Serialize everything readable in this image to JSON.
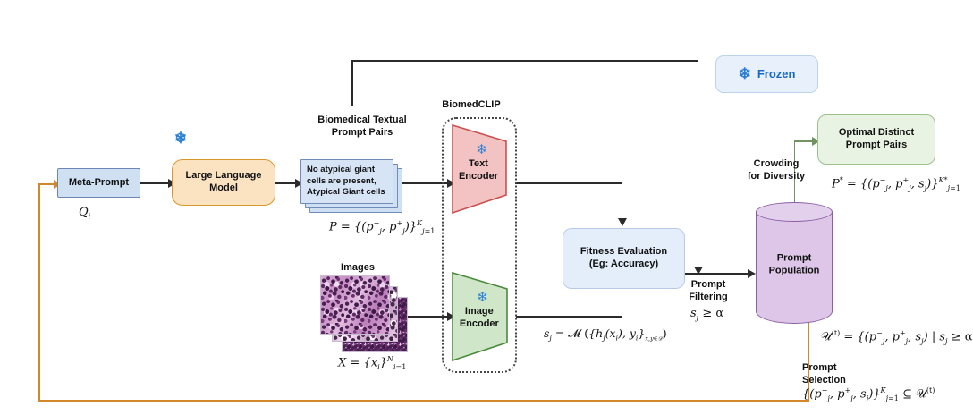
{
  "legend": {
    "frozen_label": "Frozen",
    "snowflake_icon": "❄",
    "accent": "#1769c4"
  },
  "nodes": {
    "meta_prompt": {
      "label": "Meta-Prompt",
      "fill": "#cfe0f3",
      "stroke": "#6b86b5"
    },
    "llm": {
      "label": "Large Language\nModel",
      "fill": "#fbe3c2",
      "stroke": "#d9962b"
    },
    "prompt_card": {
      "text": "No atypical giant cells are present, Atypical Giant cells",
      "fill": "#cfe0f3",
      "stroke": "#6f8cbb"
    },
    "text_encoder": {
      "label": "Text\nEncoder",
      "fill": "#f2c3c2",
      "stroke": "#c9504f"
    },
    "image_encoder": {
      "label": "Image\nEncoder",
      "fill": "#cfe7c8",
      "stroke": "#4b8a3c"
    },
    "fitness": {
      "label": "Fitness Evaluation\n(Eg: Accuracy)",
      "fill": "#e4eefb",
      "stroke": "#b9cbe4"
    },
    "population": {
      "label": "Prompt\nPopulation",
      "fill": "#ddc6e8",
      "stroke": "#8a5fa3"
    },
    "optimal": {
      "label": "Optimal Distinct\nPrompt Pairs",
      "fill": "#e9f3e4",
      "stroke": "#9cc08d"
    }
  },
  "labels": {
    "biomedclip": "BiomedCLIP",
    "prompt_pairs_title": "Biomedical Textual\nPrompt Pairs",
    "images_title": "Images",
    "prompt_filtering": "Prompt\nFiltering",
    "crowding": "Crowding\nfor Diversity",
    "prompt_selection": "Prompt\nSelection"
  },
  "math": {
    "q_i": "Qᵢ",
    "P_set": "P = {(p⁻ⱼ , p⁺ⱼ)}ᴷⱼ₌₁",
    "X_set": "X = {xᵢ}ᴺᵢ₌₁",
    "s_j_eval": "sⱼ = M({hⱼ(xᵢ), yᵢ}ₓᵢ,yᵢ∈D)",
    "s_j_alpha": "sⱼ ≥ α",
    "P_star": "P* = {(p⁻ⱼ , p⁺ⱼ , sⱼ)}ᴷ*ⱼ₌₁",
    "U_t": "U⁽ᵗ⁾ = {(p⁻ⱼ , p⁺ⱼ , sⱼ) | sⱼ ≥ α}",
    "selection": "{(p⁻ⱼ , p⁺ⱼ , sⱼ)}ᴷˢⱼ₌₁ ⊆ U⁽ᵗ⁾"
  },
  "colors": {
    "edge": "#2b2b2b",
    "feedback_orange": "#d2882a",
    "crowding_green": "#6f9460",
    "snowflake": "#2a7fd4"
  }
}
